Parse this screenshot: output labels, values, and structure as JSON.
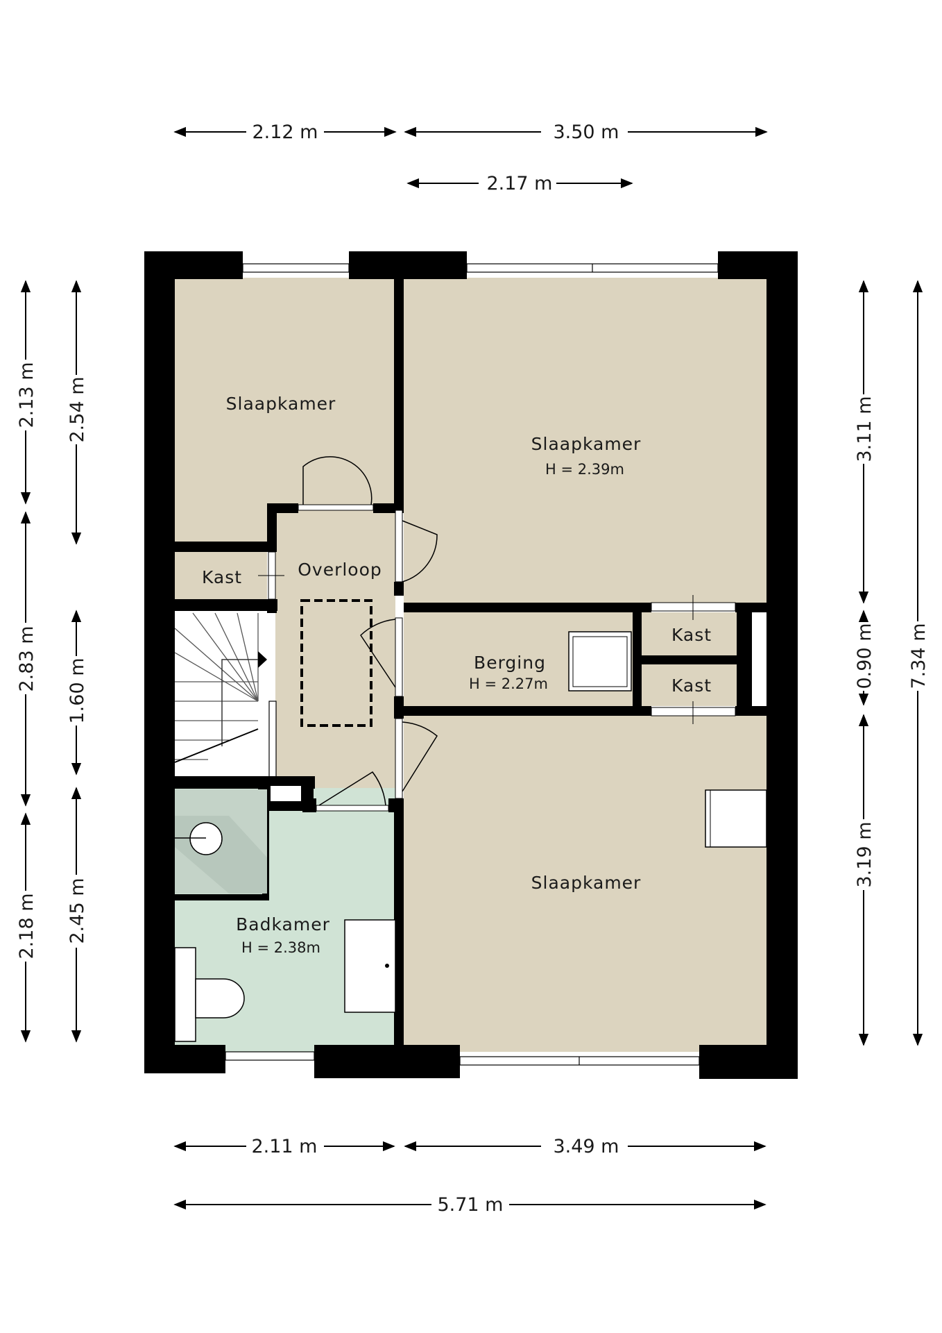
{
  "colors": {
    "room_fill": "#dcd4bf",
    "bathroom_fill": "#d0e3d5",
    "wall": "#000000",
    "background": "#ffffff"
  },
  "rooms": {
    "slaapkamer_1": {
      "name": "Slaapkamer"
    },
    "slaapkamer_2": {
      "name": "Slaapkamer",
      "height": "H = 2.39m"
    },
    "slaapkamer_3": {
      "name": "Slaapkamer"
    },
    "overloop": {
      "name": "Overloop"
    },
    "kast_left": {
      "name": "Kast"
    },
    "berging": {
      "name": "Berging",
      "height": "H = 2.27m"
    },
    "kast_top": {
      "name": "Kast"
    },
    "kast_bottom": {
      "name": "Kast"
    },
    "badkamer": {
      "name": "Badkamer",
      "height": "H = 2.38m"
    }
  },
  "dimensions": {
    "top": [
      "2.12 m",
      "3.50 m",
      "2.17 m"
    ],
    "bottom": [
      "2.11 m",
      "3.49 m",
      "5.71 m"
    ],
    "left_outer": [
      "2.13 m",
      "2.83 m",
      "2.18 m"
    ],
    "left_inner": [
      "2.54 m",
      "1.60 m",
      "2.45 m"
    ],
    "right_inner": [
      "3.11 m",
      "0.90 m",
      "3.19 m"
    ],
    "right_outer": [
      "7.34 m"
    ]
  }
}
